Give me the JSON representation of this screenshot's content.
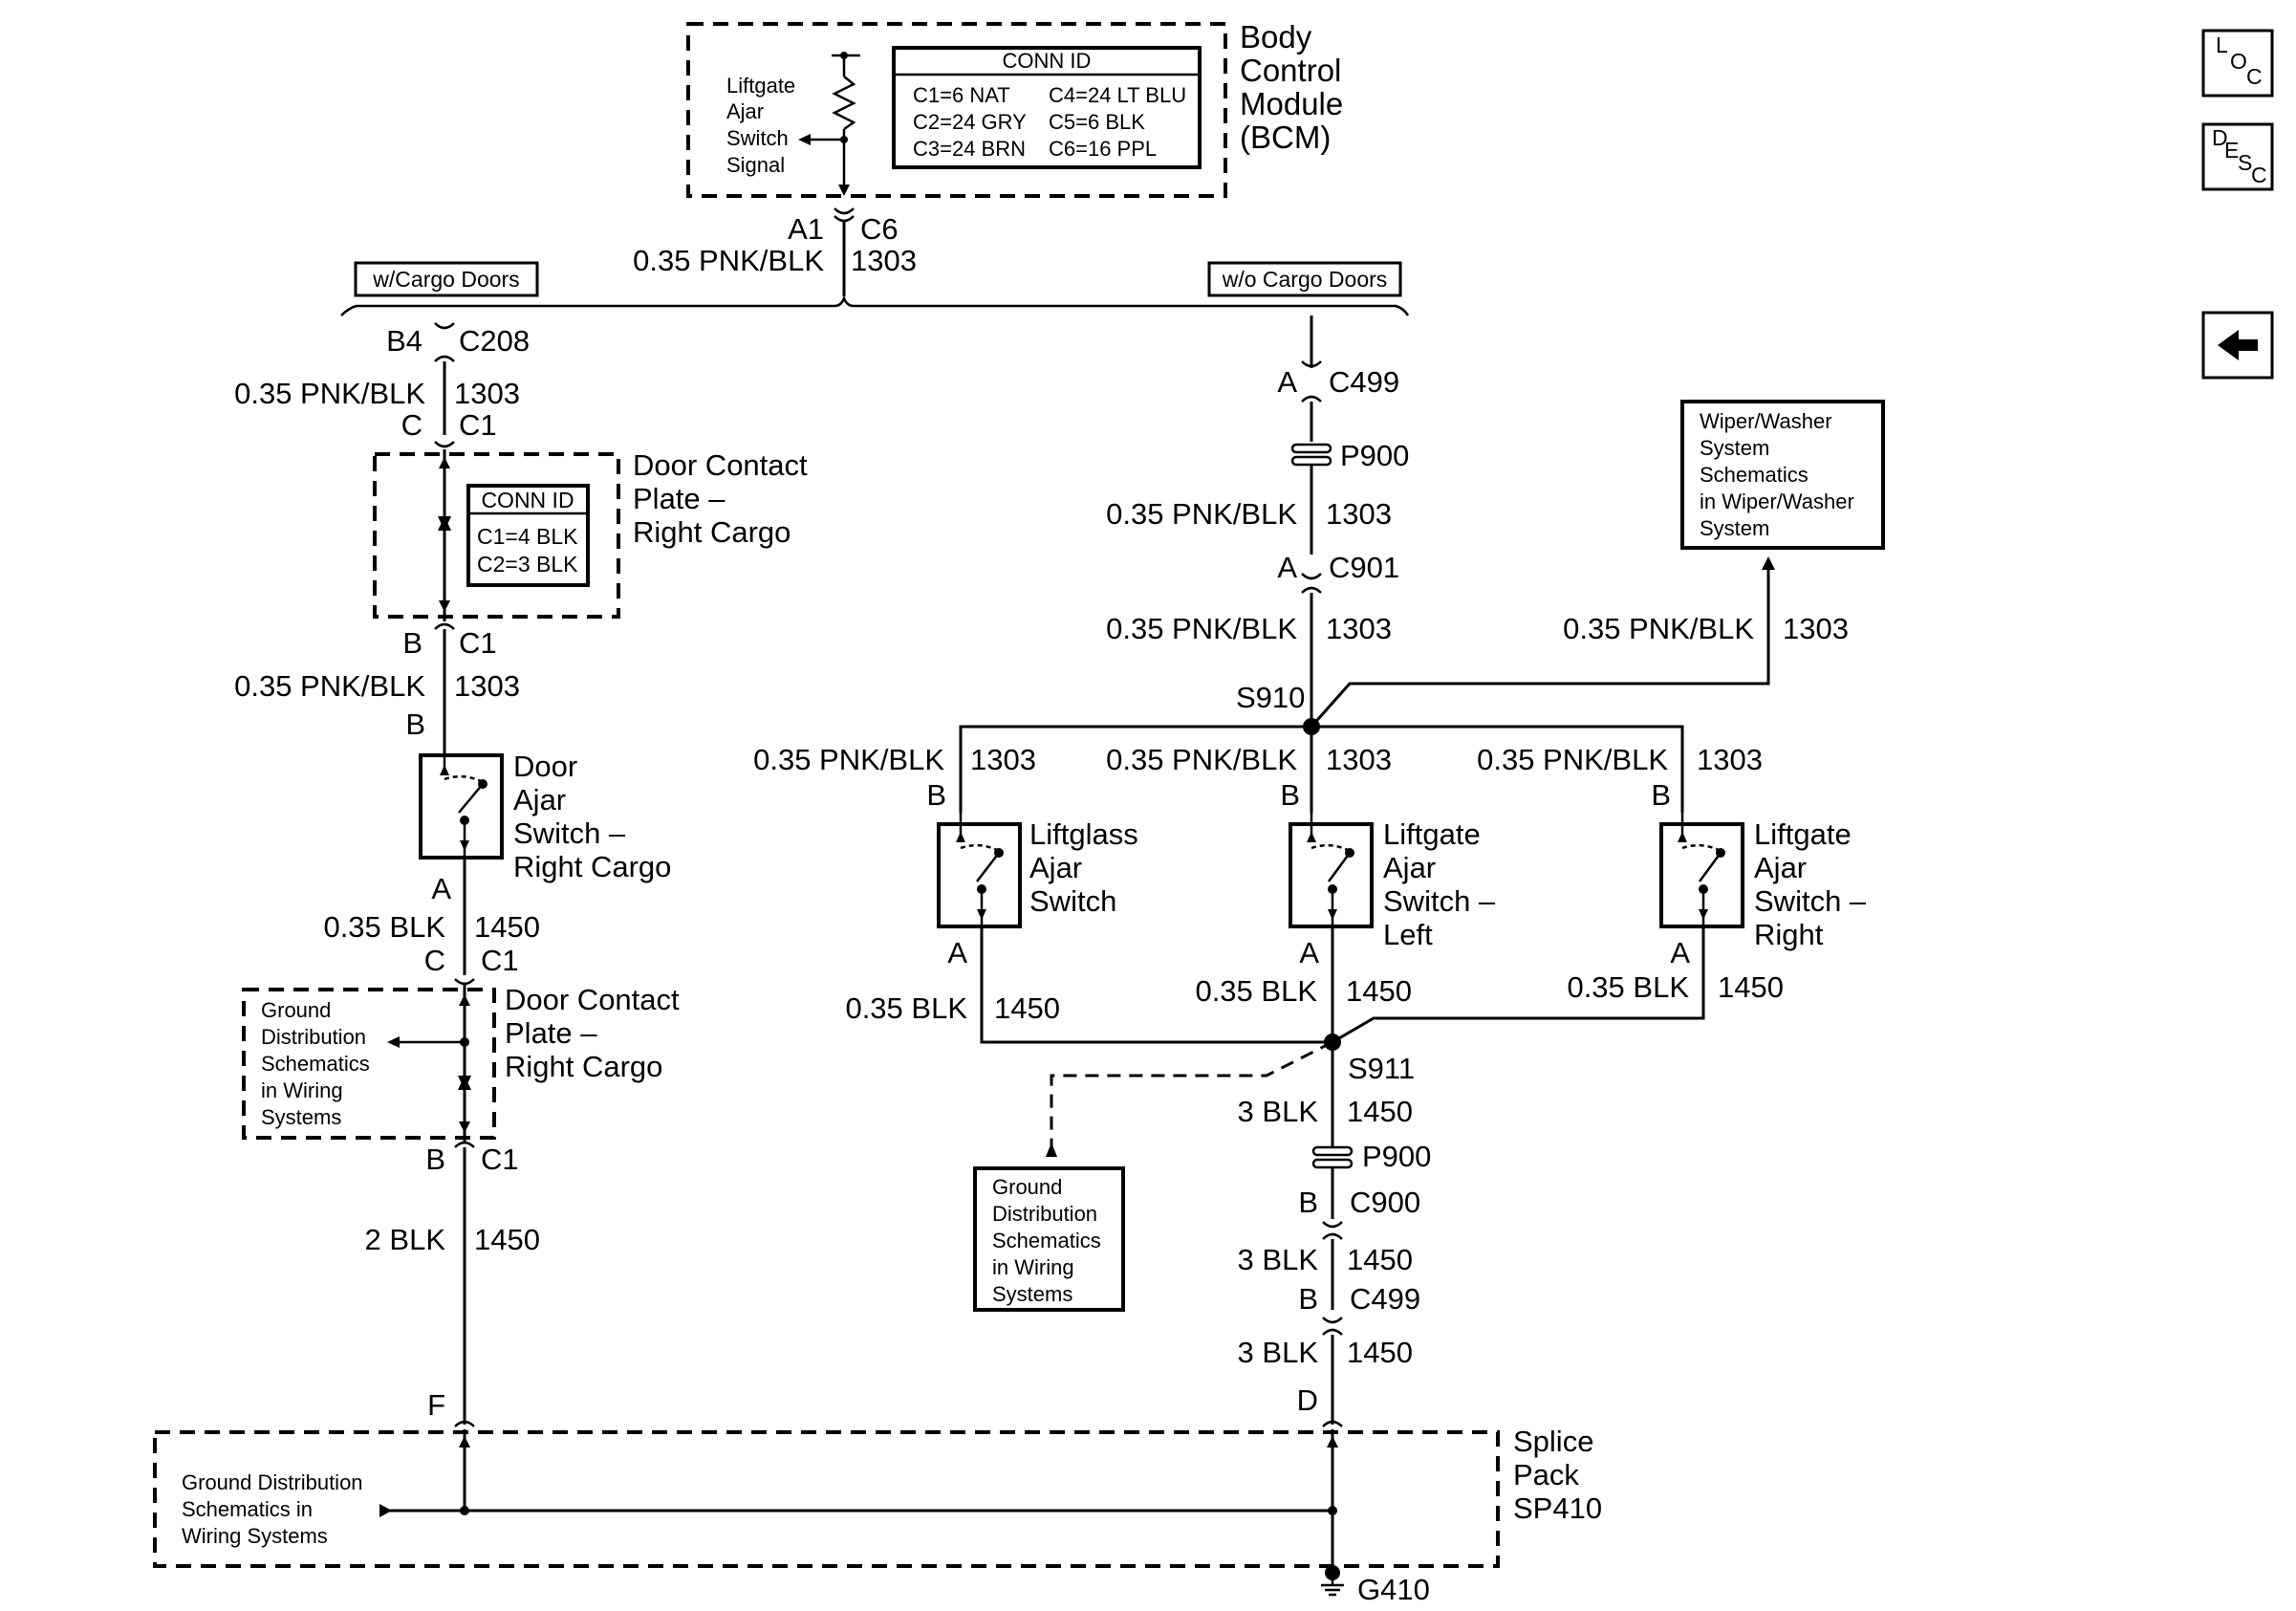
{
  "bcm": {
    "name_lines": [
      "Body",
      "Control",
      "Module",
      "(BCM)"
    ],
    "signal_lines": [
      "Liftgate",
      "Ajar",
      "Switch",
      "Signal"
    ],
    "conn_id_title": "CONN ID",
    "conn_rows": [
      [
        "C1=6 NAT",
        "C4=24 LT BLU"
      ],
      [
        "C2=24 GRY",
        "C5=6 BLK"
      ],
      [
        "C3=24 BRN",
        "C6=16 PPL"
      ]
    ]
  },
  "bcm_output": {
    "pin": "A1",
    "connector": "C6",
    "wire": "0.35 PNK/BLK",
    "circuit": "1303"
  },
  "options": {
    "left": "w/Cargo Doors",
    "right": "w/o Cargo Doors"
  },
  "left_branch": {
    "c208": {
      "pin": "B4",
      "connector": "C208"
    },
    "wire1": {
      "wire": "0.35 PNK/BLK",
      "circuit": "1303"
    },
    "plate_in": {
      "pin": "C",
      "connector": "C1"
    },
    "plate": {
      "name_lines": [
        "Door Contact",
        "Plate –",
        "Right Cargo"
      ],
      "conn_id_title": "CONN ID",
      "conn_rows": [
        "C1=4 BLK",
        "C2=3 BLK"
      ]
    },
    "plate_out": {
      "pin": "B",
      "connector": "C1"
    },
    "wire2": {
      "wire": "0.35 PNK/BLK",
      "circuit": "1303"
    },
    "switch_pin_b": "B",
    "switch": {
      "name_lines": [
        "Door",
        "Ajar",
        "Switch –",
        "Right Cargo"
      ]
    },
    "switch_pin_a": "A",
    "wire3": {
      "wire": "0.35 BLK",
      "circuit": "1450"
    },
    "plate2_in": {
      "pin": "C",
      "connector": "C1"
    },
    "plate2": {
      "name_lines": [
        "Door Contact",
        "Plate –",
        "Right Cargo"
      ]
    },
    "ground_ref_lines": [
      "Ground",
      "Distribution",
      "Schematics",
      "in Wiring",
      "Systems"
    ],
    "plate2_out": {
      "pin": "B",
      "connector": "C1"
    },
    "wire4": {
      "wire": "2 BLK",
      "circuit": "1450"
    },
    "sp_pin": "F"
  },
  "right_branch": {
    "c499": {
      "pin": "A",
      "connector": "C499"
    },
    "p900_top": "P900",
    "wire1": {
      "wire": "0.35 PNK/BLK",
      "circuit": "1303"
    },
    "c901": {
      "pin": "A",
      "connector": "C901"
    },
    "wire2": {
      "wire": "0.35 PNK/BLK",
      "circuit": "1303"
    },
    "splice_s910": "S910",
    "wiper_ref_lines": [
      "Wiper/Washer",
      "System",
      "Schematics",
      "in Wiper/Washer",
      "System"
    ],
    "wiper_wire": {
      "wire": "0.35 PNK/BLK",
      "circuit": "1303"
    },
    "switches": [
      {
        "wire": "0.35 PNK/BLK",
        "circuit": "1303",
        "pin_b": "B",
        "pin_a": "A",
        "name_lines": [
          "Liftglass",
          "Ajar",
          "Switch"
        ],
        "out_wire": "0.35 BLK",
        "out_circuit": "1450"
      },
      {
        "wire": "0.35 PNK/BLK",
        "circuit": "1303",
        "pin_b": "B",
        "pin_a": "A",
        "name_lines": [
          "Liftgate",
          "Ajar",
          "Switch –",
          "Left"
        ],
        "out_wire": "0.35 BLK",
        "out_circuit": "1450"
      },
      {
        "wire": "0.35 PNK/BLK",
        "circuit": "1303",
        "pin_b": "B",
        "pin_a": "A",
        "name_lines": [
          "Liftgate",
          "Ajar",
          "Switch –",
          "Right"
        ],
        "out_wire": "0.35 BLK",
        "out_circuit": "1450"
      }
    ],
    "splice_s911": "S911",
    "ground_ref_lines": [
      "Ground",
      "Distribution",
      "Schematics",
      "in Wiring",
      "Systems"
    ],
    "wire_a": {
      "wire": "3 BLK",
      "circuit": "1450"
    },
    "p900_bottom": "P900",
    "c900": {
      "pin": "B",
      "connector": "C900"
    },
    "wire_b": {
      "wire": "3 BLK",
      "circuit": "1450"
    },
    "c499b": {
      "pin": "B",
      "connector": "C499"
    },
    "wire_c": {
      "wire": "3 BLK",
      "circuit": "1450"
    },
    "sp_pin": "D"
  },
  "splice_pack": {
    "name_lines": [
      "Splice",
      "Pack",
      "SP410"
    ],
    "ground_ref_lines": [
      "Ground Distribution",
      "Schematics in",
      "Wiring Systems"
    ],
    "ground": "G410"
  },
  "side_buttons": {
    "loc": [
      "L",
      "O",
      "C"
    ],
    "desc": [
      "D",
      "E",
      "S",
      "C"
    ],
    "back_icon": "back-arrow-icon"
  }
}
